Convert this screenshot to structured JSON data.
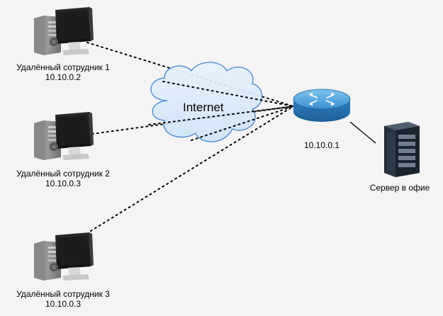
{
  "workstations": [
    {
      "name": "Удалённый сотрудник 1",
      "ip": "10.10.0.2"
    },
    {
      "name": "Удалённый сотрудник 2",
      "ip": "10.10.0.3"
    },
    {
      "name": "Удалённый сотрудник 3",
      "ip": "10.10.0.3"
    }
  ],
  "cloud": {
    "label": "Internet"
  },
  "router": {
    "ip": "10.10.0.1"
  },
  "server": {
    "label": "Сервер в офие"
  },
  "colors": {
    "background": "#f4f4f4",
    "cloud_fill": "#d6e9fb",
    "cloud_stroke": "#4a8ad4",
    "router_blue": "#3a9ad9",
    "link": "#000000"
  }
}
